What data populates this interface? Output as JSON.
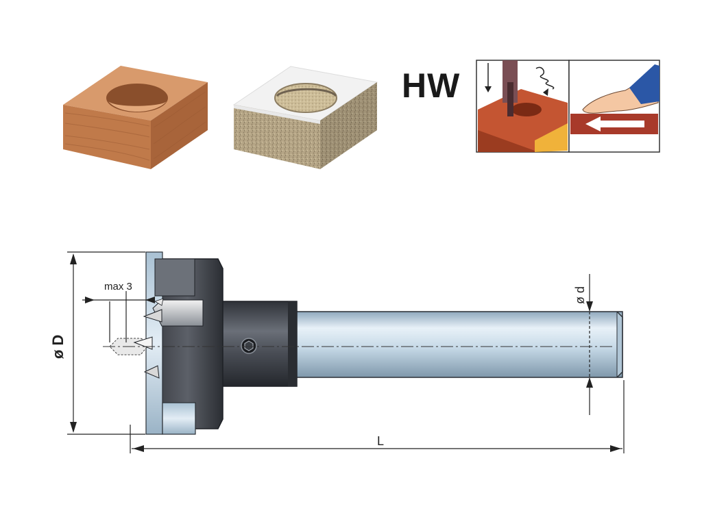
{
  "carbide_label": "HW",
  "dimensions": {
    "max_depth": "max 3",
    "diameter_D": "ø D",
    "diameter_d": "ø d",
    "length": "L"
  },
  "colors": {
    "wood_top": "#d89a6c",
    "wood_side": "#c07a4a",
    "board_top": "#f2f2f2",
    "board_side": "#b9a98a",
    "tool_dark": "#4a4e56",
    "shank_light": "#c9dcea",
    "panel_red": "#b8442a",
    "arrow_red": "#a83a2a"
  },
  "icons": [
    "solid-wood-block-icon",
    "laminated-board-block-icon",
    "drilling-operation-icon",
    "hand-feed-icon"
  ]
}
